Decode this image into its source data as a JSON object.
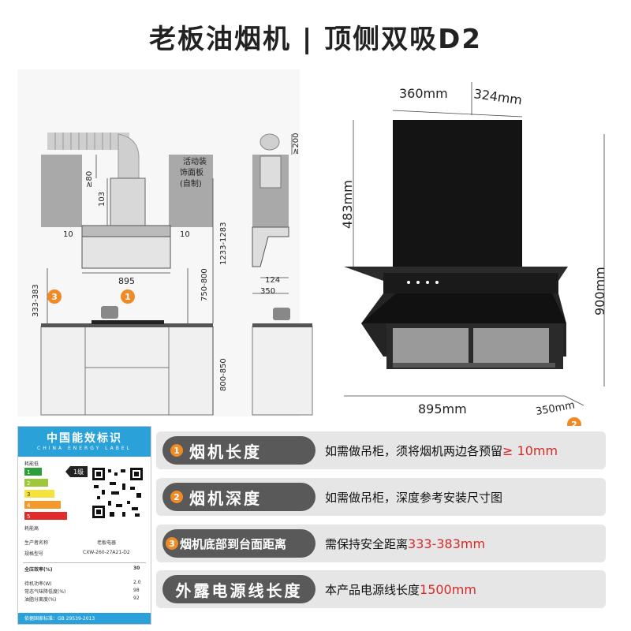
{
  "title": "老板油烟机 | 顶侧双吸D2",
  "diagram": {
    "left_labels": {
      "panel_note_1": "活动装",
      "panel_note_2": "饰面板",
      "panel_note_3": "(自制)",
      "dim_80": "≥80",
      "dim_103": "103",
      "dim_10_left": "10",
      "dim_10_right": "10",
      "dim_895": "895",
      "dim_333_383": "333-383",
      "dim_750_800": "750-800",
      "dim_1233_1283": "1233-1283",
      "dim_800_850": "800-850",
      "dim_200": "≥200",
      "dim_124": "124",
      "dim_350": "350",
      "marker_1": "1",
      "marker_3": "3"
    },
    "right_labels": {
      "w360": "360mm",
      "w324": "324mm",
      "h483": "483mm",
      "h900": "900mm",
      "w895": "895mm",
      "d350": "350mm",
      "marker_2": "2"
    }
  },
  "energy_label": {
    "title_cn": "中国能效标识",
    "title_en": "CHINA ENERGY LABEL",
    "grade": "1级",
    "levels": [
      "1",
      "2",
      "3",
      "4",
      "5"
    ],
    "level_top": "耗能低",
    "level_bottom": "耗能高",
    "maker_label": "生产者名称",
    "maker": "老板电器",
    "model_label": "规格型号",
    "model": "CXW-260-27A21-D2",
    "row1_label": "全压效率(%)",
    "row1_value": "30",
    "row2_label": "待机功率(W)",
    "row2_value": "2.0",
    "row3_label": "常态气味降低度(%)",
    "row3_value": "98",
    "row4_label": "油脂分离度(%)",
    "row4_value": "92",
    "standard": "依据国家标准：GB 29539-2013"
  },
  "specs": [
    {
      "num": "1",
      "label": "烟机长度",
      "desc": "如需做吊柜，须将烟机两边各预留",
      "highlight": "≥ 10mm"
    },
    {
      "num": "2",
      "label": "烟机深度",
      "desc": "如需做吊柜，深度参考安装尺寸图",
      "highlight": ""
    },
    {
      "num": "3",
      "label": "烟机底部到台面距离",
      "desc": "需保持安全距离",
      "highlight": "333-383mm"
    },
    {
      "num": "",
      "label": "外露电源线长度",
      "desc": "本产品电源线长度",
      "highlight": "1500mm"
    }
  ],
  "colors": {
    "accent": "#f08a24",
    "pill": "#595959",
    "row_bg": "#e6e6e6",
    "highlight": "#d62a2a",
    "energy_blue": "#2aa1d8"
  }
}
